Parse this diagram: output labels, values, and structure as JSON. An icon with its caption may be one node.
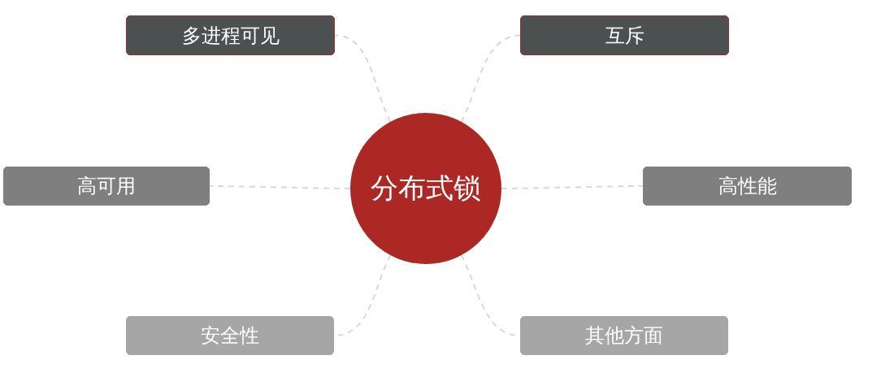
{
  "diagram": {
    "nodes": [
      {
        "text": [
          "分布式锁"
        ]
      },
      {
        "text": [
          "多进程可见"
        ]
      },
      {
        "text": [
          "互斥"
        ]
      },
      {
        "text": [
          "高可用"
        ]
      },
      {
        "text": [
          "高性能"
        ]
      },
      {
        "text": [
          "安全性"
        ]
      },
      {
        "text": [
          "其他方面"
        ]
      }
    ],
    "edges": [
      {
        "from": 0,
        "to": 1,
        "arrow": "none",
        "style": "dashed"
      },
      {
        "from": 0,
        "to": 2,
        "arrow": "none",
        "style": "dashed"
      },
      {
        "from": 0,
        "to": 3,
        "arrow": "none",
        "style": "dashed"
      },
      {
        "from": 0,
        "to": 4,
        "arrow": "none",
        "style": "dashed"
      },
      {
        "from": 0,
        "to": 5,
        "arrow": "none",
        "style": "dashed"
      },
      {
        "from": 0,
        "to": 6,
        "arrow": "none",
        "style": "dashed"
      }
    ]
  }
}
